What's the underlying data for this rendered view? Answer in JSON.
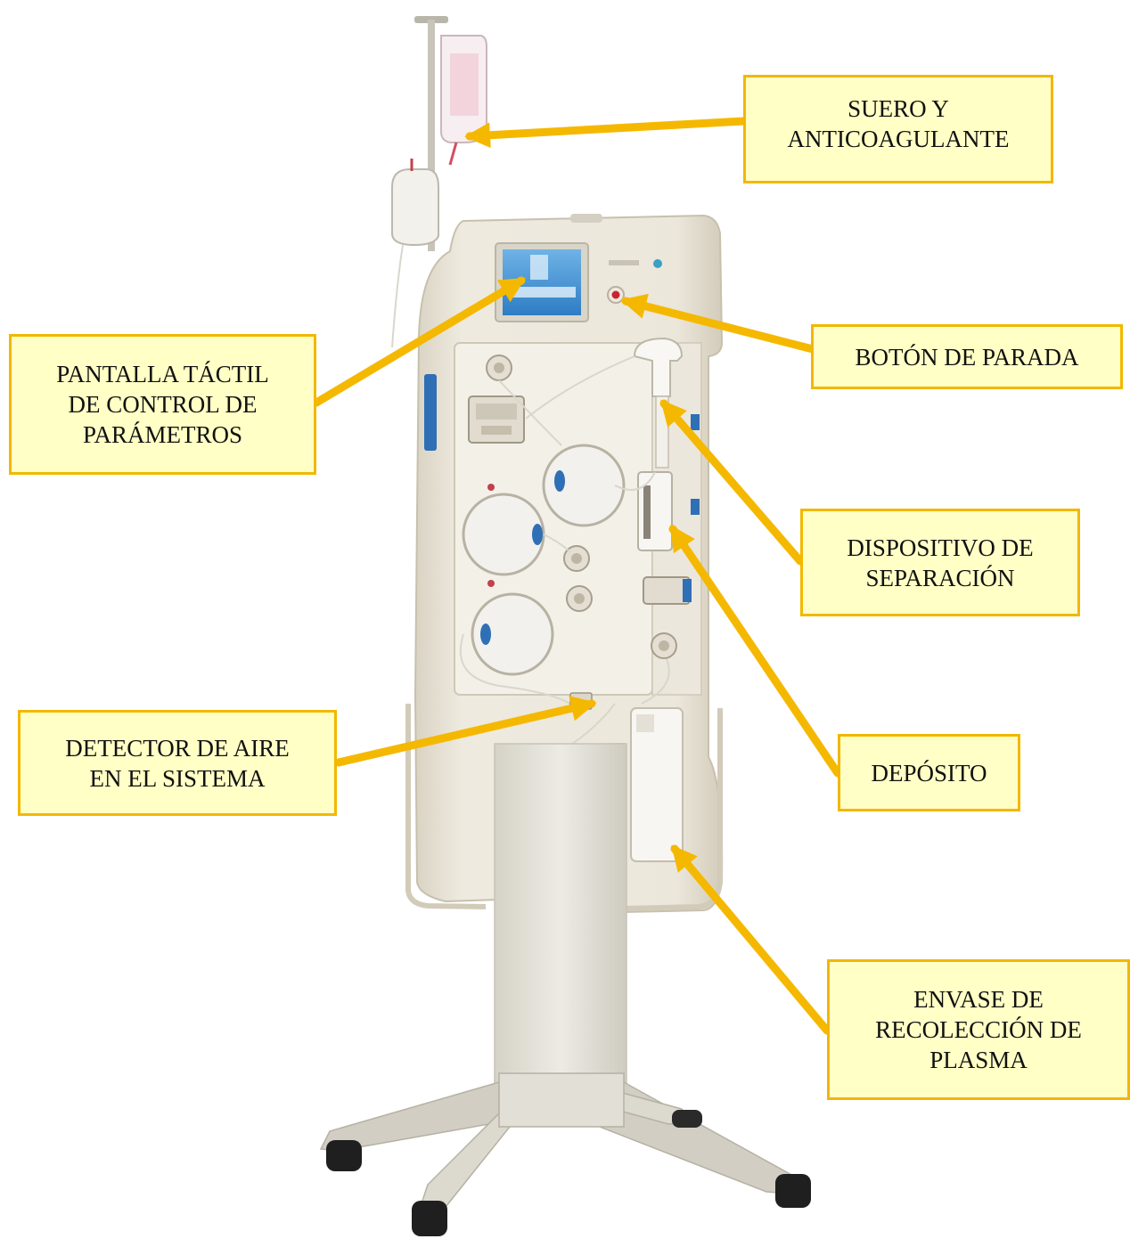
{
  "labels": {
    "suero": "SUERO Y\nANTICOAGULANTE",
    "pantalla": "PANTALLA TÁCTIL\nDE CONTROL DE\nPARÁMETROS",
    "boton": "BOTÓN DE PARADA",
    "dispositivo": "DISPOSITIVO DE\nSEPARACIÓN",
    "detector": "DETECTOR DE AIRE\nEN EL SISTEMA",
    "deposito": "DEPÓSITO",
    "envase": "ENVASE DE\nRECOLECCIÓN DE\nPLASMA"
  },
  "colors": {
    "arrow": "#f5b800",
    "box_fill": "#ffffc6",
    "box_border": "#f2b800",
    "machine_body": "#e9e4d6",
    "accent_blue": "#2f6fb5"
  }
}
